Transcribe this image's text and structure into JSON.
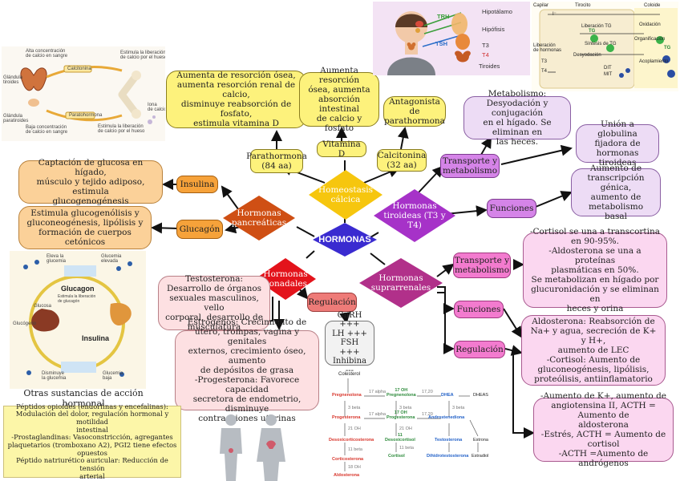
{
  "center": {
    "label": "HORMONAS"
  },
  "calcica": {
    "hub": "Homeostasis\ncálcica",
    "parathormona": "Parathormona\n(84 aa)",
    "parathormona_fn": "Aumenta de resorción ósea,\naumenta resorción renal de calcio,\ndisminuye reabsorción de fosfato,\nestimula vitamina D",
    "vitd": "Vitamina D",
    "vitd_fn": "Aumenta resorción\nósea, aumenta\nabsorción intestinal\nde calcio y fosfato",
    "calcitonina": "Calcitonina\n(32 aa)",
    "calcitonina_fn": "Antagonista de\nparathormona"
  },
  "pancreaticas": {
    "hub": "Hormonas\npancreáticas",
    "insulina": "Insulina",
    "insulina_fn": "Captación de glucosa en hígado,\nmúsculo y tejido adiposo, estimula\nglucogenogénesis",
    "glucagon": "Glucagón",
    "glucagon_fn": "Estimula glucogenólisis y\ngluconeogénesis, lipólisis y\nformación de cuerpos cetónicos"
  },
  "tiroideas": {
    "hub": "Hormonas\ntiroideas (T3 y\nT4)",
    "transporte": "Transporte y\nmetabolismo",
    "metabolismo_fn": "Metabolismo:\nDesyodación y conjugación\nen el hígado. Se eliminan en\nlas heces.",
    "union_fn": "Unión a globulina\nfijadora de hormonas\ntiroideas",
    "funciones": "Funciones",
    "funciones_fn": "Aumento de\ntranscripción génica,\naumento de\nmetabolismo basal"
  },
  "gonadales": {
    "hub": "Hormonas\ngonadales",
    "testosterona_fn": "Testosterona:\nDesarrollo de órganos\nsexuales masculinos, vello\ncorporal, desarrollo de\nmusculatura",
    "regulacion": "Regulación",
    "regulacion_fn": "GnRH +++\nLH +++\nFSH +++\nInhibina ---",
    "estrogenos_fn": "Estrógenos: Crecimiento de\nútero, trompas, vagina y genitales\nexternos, crecimiento óseo, aumento\nde depósitos de grasa\n-Progesterona: Favorece capacidad\nsecretora de endometrio, disminuye\ncontracciones uterinas"
  },
  "suprarrenales": {
    "hub": "Hormonas\nsuprarrenales",
    "transporte": "Transporte y\nmetabolismo",
    "transporte_fn": "-Cortisol se una a transcortina\nen 90-95%.\n-Aldosterona se una a proteínas\nplasmáticas en 50%.\nSe metabolizan en hígado por\nglucuronidación y se eliminan en\nheces y orina",
    "funciones": "Funciones",
    "funciones_fn": "Aldosterona: Reabsorción de\nNa+ y agua, secreción de K+ y H+,\naumento de LEC\n-Cortisol: Aumento de\ngluconeogénesis, lipólisis,\nproteólisis, antiinflamatorio",
    "regulacion": "Regulación",
    "regulacion_fn": "-Aumento de K+, aumento de\nangiotensina II, ACTH = Aumento de\naldosterona\n-Estrés, ACTH = Aumento de cortisol\n-ACTH =Aumento de andrógenos"
  },
  "otras": {
    "title": "Otras sustancias de acción hormonal",
    "body": "Péptidos opioides (endorfinas y encefalinas):\nModulación del dolor, regulación hormonal y motilidad\nintestinal\n-Prostaglandinas: Vasoconstricción, agregantes\nplaquetarios (tromboxano A2), PGI2 tiene efectos\nopuestos\nPéptido natriurético auricular: Reducción de tensión\narterial"
  },
  "figures": {
    "calcium": {
      "labels": [
        "Alta concentración\nde calcio en sangre",
        "Glándula\ntiroides",
        "Calcitonina",
        "Estimula la liberación\nde calcio por el hueso",
        "Baja concentración\nde calcio en sangre",
        "Glándula\nparatiroides",
        "Paratohormona",
        "Estimula la liberación\nde calcio por el hueso",
        "Iona\nde calcio"
      ]
    },
    "hypothalamus": {
      "trh": "TRH",
      "tsh": "TSH",
      "hipotalamo": "Hipotálamo",
      "hipofisis": "Hipófisis",
      "t3": "T3",
      "t4": "T4",
      "tiroides": "Tiroides"
    },
    "thyroid_synth": {
      "capilar": "Capilar",
      "tirocito": "Tirocito",
      "coloide": "Coloide",
      "liberacion_tg": "Liberación TG",
      "sintesis_tg": "Síntesis de TG",
      "desyodacion": "Desyodación",
      "liberacion_hormonas": "Liberación\nde hormonas",
      "oxidacion": "Oxidación",
      "organificacion": "Organificación",
      "acoplamiento": "Acoplamiento",
      "tg": "TG",
      "dit": "DIT",
      "mit": "MIT",
      "t3": "T3",
      "t4": "T4",
      "i": "I⁻"
    },
    "glucagon_cycle": {
      "glucagon": "Glucagon",
      "insulina": "Insulina",
      "glucagon_sub": "Estimula la liberación\nde glucagón",
      "eleva": "Eleva la\nglucemia",
      "disminuye": "Disminuye\nla glucemia",
      "glucemia_elevada": "Glucemia\nelevada",
      "glucemia_baja": "Glucemia\nbaja",
      "glucosa": "Glucosa",
      "glucogeno": "Glucógeno"
    },
    "steroids": {
      "colesterol": "Colesterol",
      "pregnenolona": "Pregnenolona",
      "oh_preg": "17 OH\nPregnenolona",
      "dhea": "DHEA",
      "dheas": "DHEAS",
      "progesterona": "Progesterona",
      "oh_prog": "17 OH\nProgesterona",
      "androstenediona": "Androstenediona",
      "desoxicorticosterona": "Desoxicorticosterona",
      "desoxicortisol": "11\nDesoxicortisol",
      "testosterona": "Testosterona",
      "estrona": "Estrona",
      "corticosterona": "Corticosterona",
      "cortisol": "Cortisol",
      "dihidrotestosterona": "Dihidrotestosterona",
      "estradiol": "Estradiol",
      "aldosterona": "Aldosterona",
      "enz_17a": "17 alpha",
      "enz_1720": "17,20",
      "enz_3b": "3 beta",
      "enz_21": "21 OH",
      "enz_11b": "11 beta",
      "enz_18": "18 OH"
    }
  },
  "colors": {
    "yellow": "#fdf27c",
    "orange": "#f6a23a",
    "light_orange": "#fbd199",
    "brown_diamond": "#cf4f14",
    "red_diamond": "#e3131b",
    "purple_diamond": "#a632c8",
    "magenta_diamond": "#b1308a",
    "center": "#3a2bd0"
  }
}
